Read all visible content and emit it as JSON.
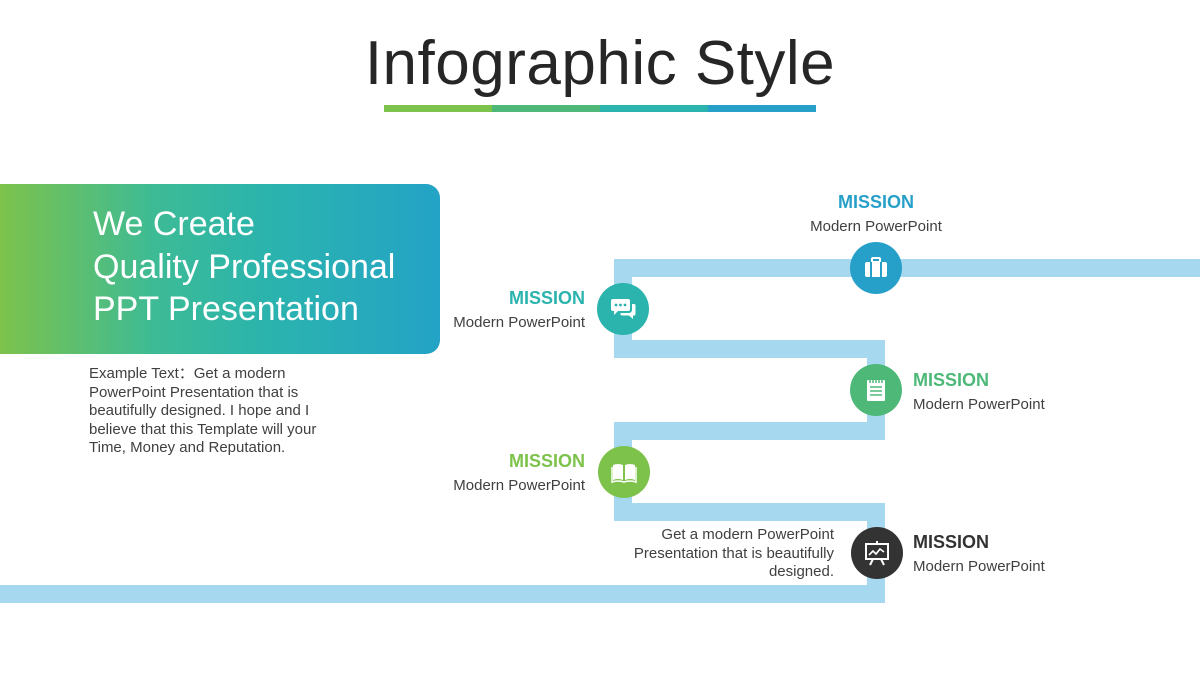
{
  "title": "Infographic Style",
  "colors": {
    "green": "#7dc24b",
    "mid_green": "#4db878",
    "teal": "#2bb4ad",
    "blue": "#27a0c9",
    "path": "#a6d9ef",
    "dark": "#333333"
  },
  "hero": {
    "lines": [
      "We Create",
      "Quality Professional",
      "PPT Presentation"
    ]
  },
  "example_text": "Example Text：Get a modern PowerPoint  Presentation that is beautifully designed. I hope and I believe that this Template will your Time, Money and Reputation.",
  "missions": [
    {
      "title": "MISSION",
      "subtitle": "Modern PowerPoint",
      "icon": "briefcase-icon",
      "color": "#27a0c9"
    },
    {
      "title": "MISSION",
      "subtitle": "Modern PowerPoint",
      "icon": "chat-icon",
      "color": "#2bb4ad"
    },
    {
      "title": "MISSION",
      "subtitle": "Modern PowerPoint",
      "icon": "notepad-icon",
      "color": "#4db878"
    },
    {
      "title": "MISSION",
      "subtitle": "Modern PowerPoint",
      "icon": "book-icon",
      "color": "#7dc24b"
    },
    {
      "title": "MISSION",
      "subtitle": "Modern PowerPoint",
      "icon": "presentation-board-icon",
      "color": "#333333"
    }
  ],
  "final_description": "Get a modern PowerPoint Presentation that is beautifully designed."
}
